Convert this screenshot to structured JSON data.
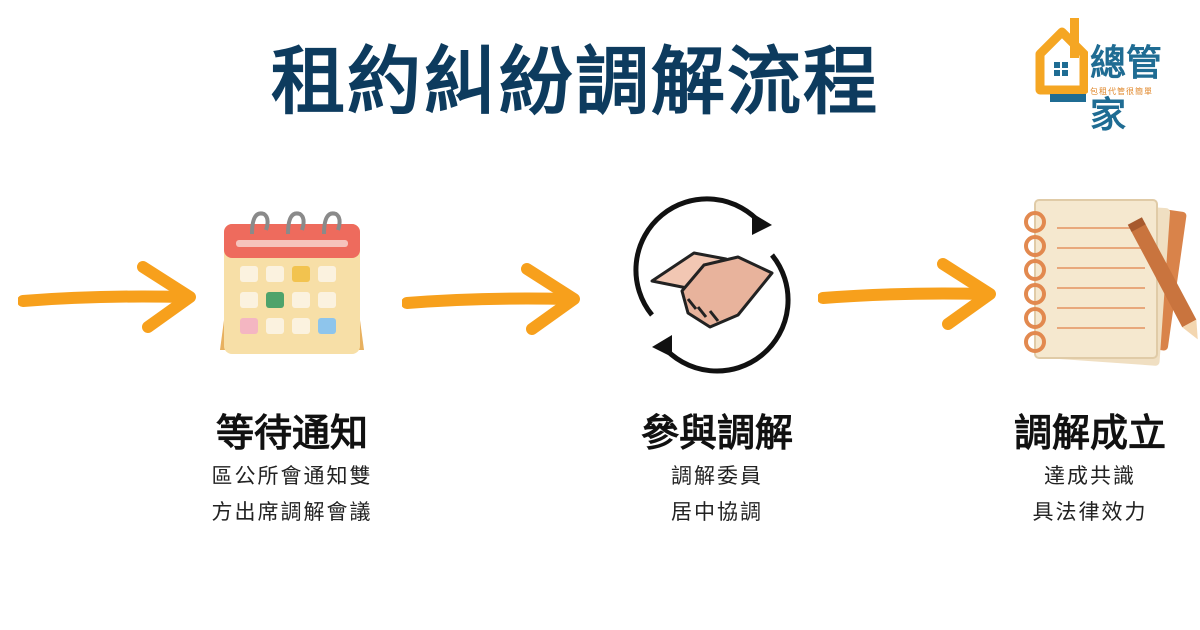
{
  "title": "租約糾紛調解流程",
  "logo": {
    "name": "總管家",
    "tagline": "包租代管很簡單",
    "colors": {
      "orange": "#f5a623",
      "blue": "#1f6c93"
    }
  },
  "colors": {
    "title": "#0d3b5e",
    "arrow": "#f7a01c"
  },
  "steps": [
    {
      "icon": "calendar-icon",
      "title": "等待通知",
      "lines": [
        "區公所會通知雙",
        "方出席調解會議"
      ]
    },
    {
      "icon": "handshake-icon",
      "title": "參與調解",
      "lines": [
        "調解委員",
        "居中協調"
      ]
    },
    {
      "icon": "notebook-icon",
      "title": "調解成立",
      "lines": [
        "達成共識",
        "具法律效力"
      ]
    }
  ]
}
